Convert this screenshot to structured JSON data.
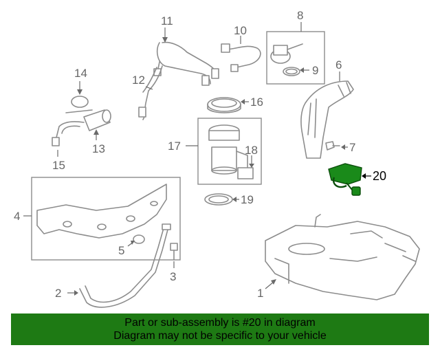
{
  "callouts": {
    "c1": "1",
    "c2": "2",
    "c3": "3",
    "c4": "4",
    "c5": "5",
    "c6": "6",
    "c7": "7",
    "c8": "8",
    "c9": "9",
    "c10": "10",
    "c11": "11",
    "c12": "12",
    "c13": "13",
    "c14": "14",
    "c15": "15",
    "c16": "16",
    "c17": "17",
    "c18": "18",
    "c19": "19",
    "c20": "20"
  },
  "highlight": {
    "part_number": "20",
    "color": "#1a8a1a"
  },
  "banner": {
    "line1": "Part or sub-assembly is #20 in diagram",
    "line2": "Diagram may not be specific to your vehicle",
    "background": "#1e7a14"
  }
}
